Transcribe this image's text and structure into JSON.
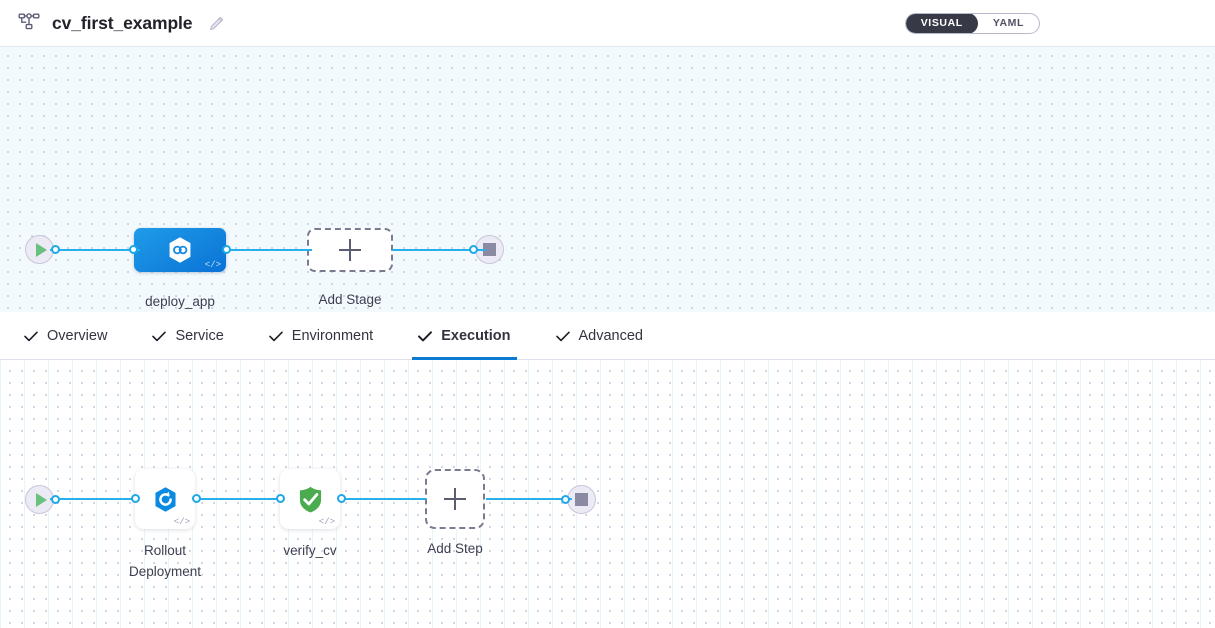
{
  "header": {
    "icon": "pipeline-topology-icon",
    "title": "cv_first_example",
    "edit_icon": "edit-pencil-icon",
    "view_toggle": {
      "options": [
        "VISUAL",
        "YAML"
      ],
      "selected": "VISUAL"
    }
  },
  "stage_canvas": {
    "start_node": {
      "icon": "play-icon",
      "label": ""
    },
    "stages": [
      {
        "name": "deploy_app",
        "icon": "harness-hexagon-icon",
        "badge": "</>",
        "selected": true
      }
    ],
    "add_stage": {
      "label": "Add Stage",
      "icon": "plus-icon"
    },
    "end_node": {
      "icon": "stop-icon"
    }
  },
  "tabs": [
    {
      "label": "Overview",
      "checked": true,
      "active": false
    },
    {
      "label": "Service",
      "checked": true,
      "active": false
    },
    {
      "label": "Environment",
      "checked": true,
      "active": false
    },
    {
      "label": "Execution",
      "checked": true,
      "active": true
    },
    {
      "label": "Advanced",
      "checked": true,
      "active": false
    }
  ],
  "step_canvas": {
    "start_node": {
      "icon": "play-icon"
    },
    "steps": [
      {
        "name": "Rollout\nDeployment",
        "icon": "rollout-deployment-icon",
        "badge": "</>"
      },
      {
        "name": "verify_cv",
        "icon": "green-shield-check-icon",
        "badge": "</>"
      }
    ],
    "add_step": {
      "label": "Add Step",
      "icon": "plus-icon"
    },
    "end_node": {
      "icon": "stop-icon"
    }
  },
  "colors": {
    "accent_blue": "#0b7ad1",
    "edge_blue": "#27b0ec",
    "stage_blue": "#0b72d6",
    "success_green": "#4caf50",
    "toggle_dark": "#383946"
  }
}
